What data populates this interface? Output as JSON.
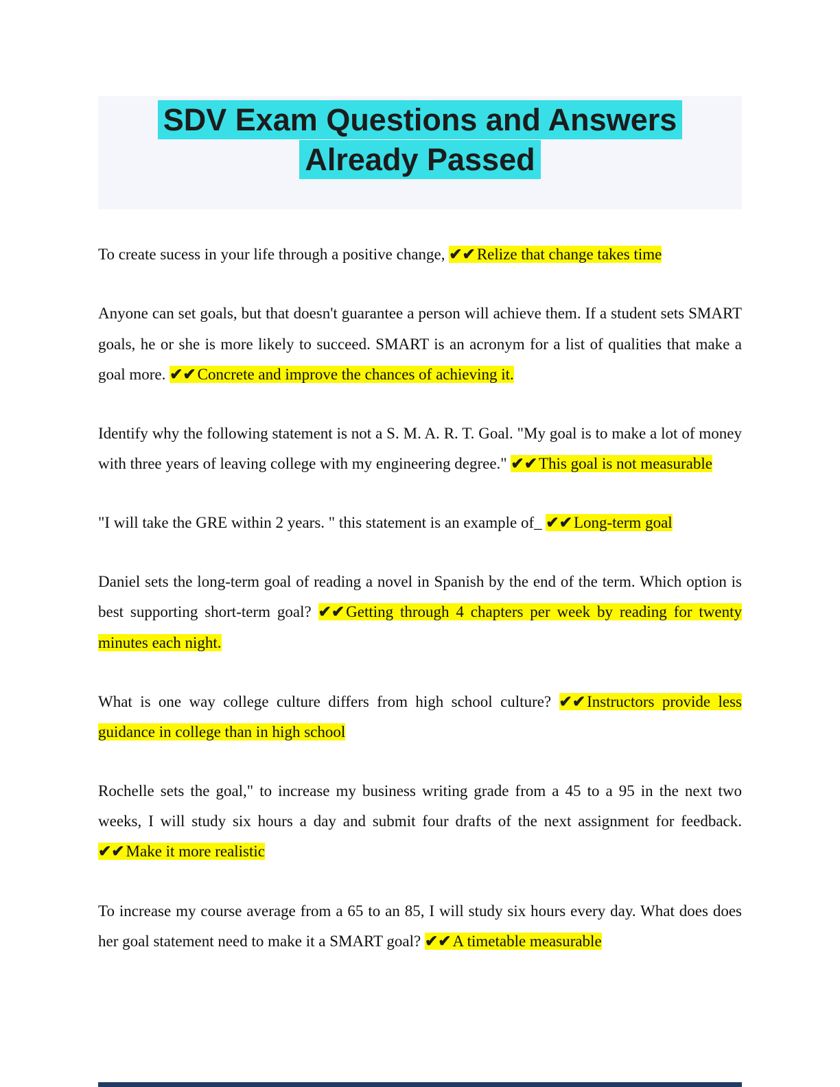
{
  "page": {
    "title": "SDV Exam Questions and Answers Already Passed",
    "title_lines": [
      "SDV Exam Questions and Answers",
      "Already Passed"
    ],
    "checkmarks": "✔✔",
    "title_highlight_color": "#39dfe7",
    "answer_highlight_color": "#fdf802",
    "footer_rule_color": "#1f3b63"
  },
  "qa_items": [
    {
      "question": "To create sucess in your life through a positive change, ",
      "answer": "Relize that change takes time"
    },
    {
      "question": "Anyone can set goals, but that doesn't guarantee a person will achieve them. If a student sets SMART goals, he or she is more likely to succeed. SMART is an acronym for a list of qualities that make a goal more. ",
      "answer": "Concrete and improve the chances of achieving it."
    },
    {
      "question": "Identify why the following statement is not a S. M. A. R. T. Goal. \"My goal is to make a lot of money with three years of leaving college with my engineering degree.\" ",
      "answer": "This goal is not measurable"
    },
    {
      "question": "\"I will take the GRE within 2 years. \" this statement is an example of_ ",
      "answer": "Long-term goal"
    },
    {
      "question": "Daniel sets the long-term goal of reading a novel in Spanish by the end of the term. Which option is best supporting short-term goal? ",
      "answer": "Getting through 4 chapters per week by reading for twenty minutes each night."
    },
    {
      "question": "What is one way college culture differs from high school culture? ",
      "answer": "Instructors provide less guidance in college than in high school"
    },
    {
      "question": "Rochelle sets the goal,\" to increase my business writing grade from a 45 to a 95 in the next two weeks, I will study six hours a day and submit four drafts of the next assignment for feedback. ",
      "answer": "Make it more realistic"
    },
    {
      "question": "To increase my course average from a 65 to an 85, I will study six hours every day. What does does her goal statement need to make it a SMART goal? ",
      "answer": "A timetable measurable"
    }
  ]
}
